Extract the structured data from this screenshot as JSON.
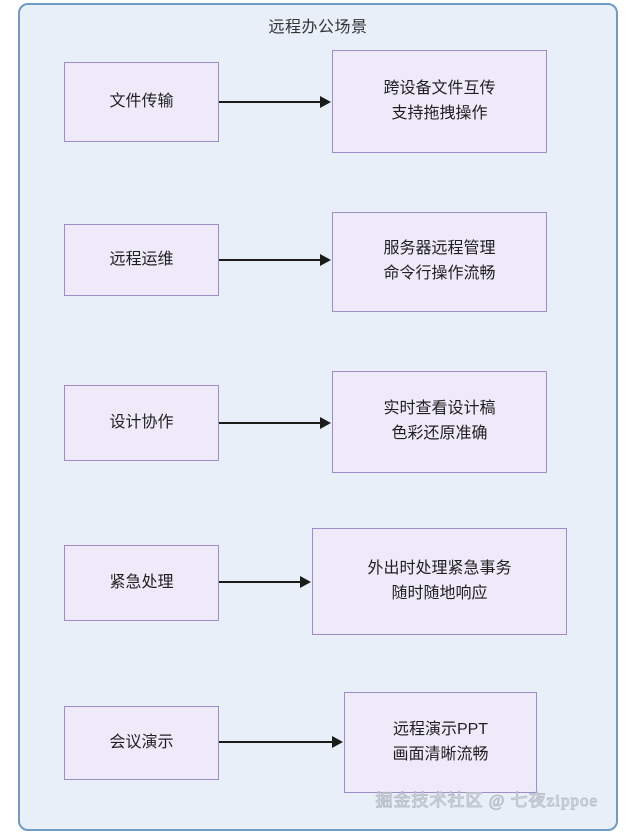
{
  "diagram": {
    "title": "远程办公场景",
    "background_color": "#e9eff9",
    "border_color": "#6f9bc4",
    "node_fill": "#efeafa",
    "node_border": "#9f8dc8",
    "edge_color": "#1b1b1b",
    "rows": [
      {
        "source": {
          "label": "文件传输"
        },
        "target": {
          "line1": "跨设备文件互传",
          "line2": "支持拖拽操作"
        }
      },
      {
        "source": {
          "label": "远程运维"
        },
        "target": {
          "line1": "服务器远程管理",
          "line2": "命令行操作流畅"
        }
      },
      {
        "source": {
          "label": "设计协作"
        },
        "target": {
          "line1": "实时查看设计稿",
          "line2": "色彩还原准确"
        }
      },
      {
        "source": {
          "label": "紧急处理"
        },
        "target": {
          "line1": "外出时处理紧急事务",
          "line2": "随时随地响应"
        }
      },
      {
        "source": {
          "label": "会议演示"
        },
        "target": {
          "line1": "远程演示PPT",
          "line2": "画面清晰流畅"
        }
      }
    ]
  },
  "watermark": {
    "text": "掘金技术社区 @ 七夜zippoe"
  }
}
